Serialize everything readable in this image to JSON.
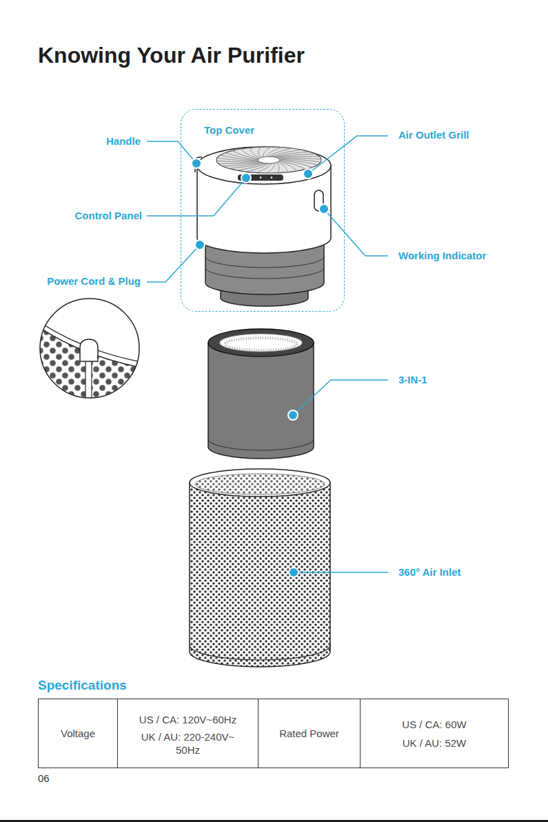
{
  "diagram": {
    "title": "Knowing Your Air Purifier",
    "nodes": [
      {
        "text": [
          "Top Cover"
        ]
      }
    ],
    "labels": [
      "Handle",
      "Control Panel",
      "Power Cord & Plug",
      "Air Outlet Grill",
      "Working Indicator",
      "3-IN-1",
      "360° Air Inlet",
      "Specifications",
      "Voltage",
      "US / CA: 120V~60Hz",
      "UK / AU: 220-240V~ 50Hz",
      "Rated Power",
      "US / CA: 60W",
      "UK / AU: 52W",
      "06"
    ]
  }
}
